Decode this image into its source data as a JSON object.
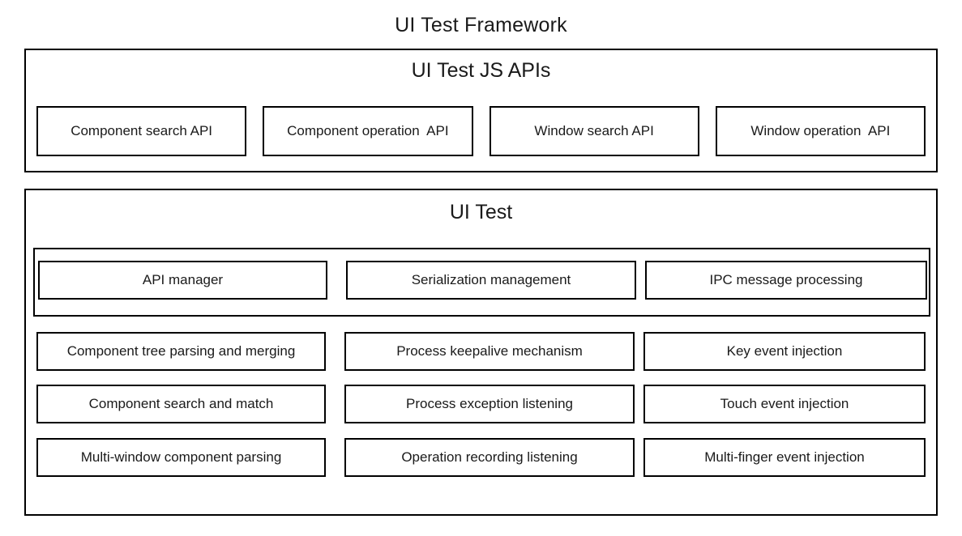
{
  "diagram": {
    "title": "UI Test Framework",
    "layers": [
      {
        "id": "js-apis",
        "title": "UI Test JS APIs",
        "boxes": [
          "Component search API",
          "Component operation  API",
          "Window search API",
          "Window operation  API"
        ]
      },
      {
        "id": "ui-test",
        "title": "UI Test",
        "grouped_row": [
          "API manager",
          "Serialization management",
          "IPC message processing"
        ],
        "rows": [
          [
            "Component tree parsing and merging",
            "Process keepalive mechanism",
            "Key event injection"
          ],
          [
            "Component search and match",
            "Process exception listening",
            "Touch event injection"
          ],
          [
            "Multi-window component parsing",
            "Operation recording listening",
            "Multi-finger event injection"
          ]
        ]
      }
    ]
  },
  "colors": {
    "border": "#000000",
    "background": "#ffffff",
    "text": "#1a1a1a"
  }
}
